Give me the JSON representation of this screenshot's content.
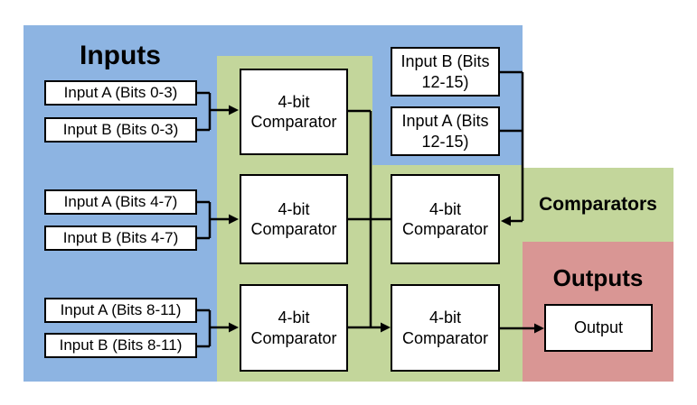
{
  "colors": {
    "inputs_bg": "#8db4e2",
    "comparators_bg": "#c3d69b",
    "outputs_bg": "#d99694",
    "node_bg": "#ffffff",
    "line": "#000000"
  },
  "sections": {
    "inputs": {
      "title": "Inputs"
    },
    "comparators": {
      "title": "Comparators"
    },
    "outputs": {
      "title": "Outputs"
    }
  },
  "low_input_groups": [
    {
      "a": "Input A (Bits 0-3)",
      "b": "Input B (Bits 0-3)"
    },
    {
      "a": "Input A (Bits 4-7)",
      "b": "Input B (Bits 4-7)"
    },
    {
      "a": "Input A (Bits 8-11)",
      "b": "Input B (Bits 8-11)"
    }
  ],
  "high_inputs": {
    "b": "Input B (Bits 12-15)",
    "a": "Input A (Bits 12-15)"
  },
  "comparators": {
    "label": "4-bit Comparator",
    "count": 5
  },
  "output": {
    "label": "Output"
  }
}
